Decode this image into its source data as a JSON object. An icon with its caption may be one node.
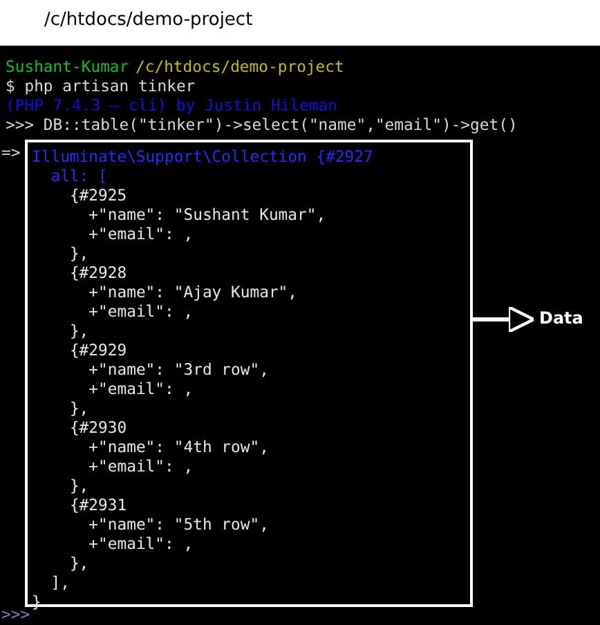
{
  "diagram": {
    "title": "/c/htdocs/demo-project",
    "nodes": [
      {
        "text": [
          "Illuminate\\Support\\Collection {#2927",
          "all: [",
          "{#2925",
          "+\"name\": \"Sushant Kumar\",",
          "+\"email\": ,",
          "},",
          "{#2928",
          "+\"name\": \"Ajay Kumar\",",
          "+\"email\": ,",
          "},",
          "{#2929",
          "+\"name\": \"3rd row\",",
          "+\"email\": ,",
          "},",
          "{#2930",
          "+\"name\": \"4th row\",",
          "+\"email\": ,",
          "},",
          "{#2931",
          "+\"name\": \"5th row\",",
          "+\"email\": ,",
          "},",
          "],",
          "}"
        ]
      },
      {
        "text": [
          "Data"
        ]
      }
    ],
    "edges": [
      {
        "from": 0,
        "to": 1,
        "arrow": "to"
      }
    ],
    "labels": [
      "Sushant-Kumar",
      "/c/htdocs/demo-project",
      "$ php artisan tinker",
      "(PHP 7.4.3 — cli) by Justin Hileman",
      ">>> DB::table(\"tinker\")->select(\"name\",\"email\")->get()",
      "=>",
      ">>>"
    ]
  }
}
